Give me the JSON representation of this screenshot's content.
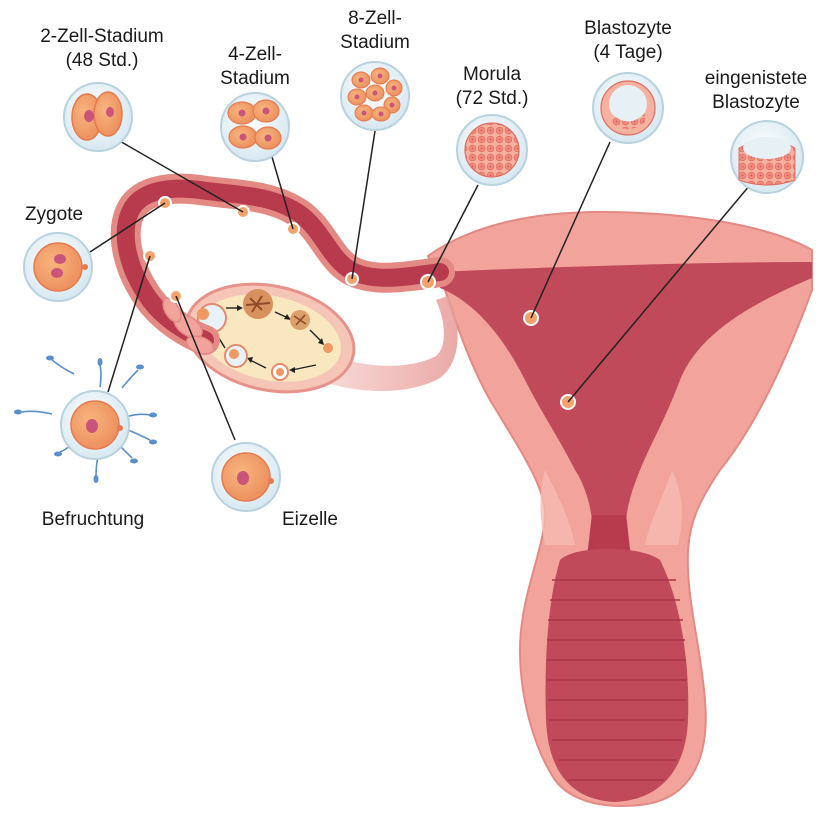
{
  "labels": {
    "zwei_zell_1": "2-Zell-Stadium",
    "zwei_zell_2": "(48 Std.)",
    "vier_zell_1": "4-Zell-",
    "vier_zell_2": "Stadium",
    "acht_zell_1": "8-Zell-",
    "acht_zell_2": "Stadium",
    "morula_1": "Morula",
    "morula_2": "(72 Std.)",
    "blasto_1": "Blastozyte",
    "blasto_2": "(4 Tage)",
    "einnist_1": "eingenistete",
    "einnist_2": "Blastozyte",
    "zygote": "Zygote",
    "befruchtung": "Befruchtung",
    "eizelle": "Eizelle"
  },
  "colors": {
    "tissue_light": "#f2a39b",
    "tissue_mid": "#e07d78",
    "tissue_dark": "#b83a4d",
    "ovary_fill": "#f8e7bf",
    "cell_orange": "#f2a36c",
    "nucleus": "#c9567a",
    "bubble": "#dfeef5",
    "sperm": "#5b8fc9",
    "leader": "#222222"
  }
}
